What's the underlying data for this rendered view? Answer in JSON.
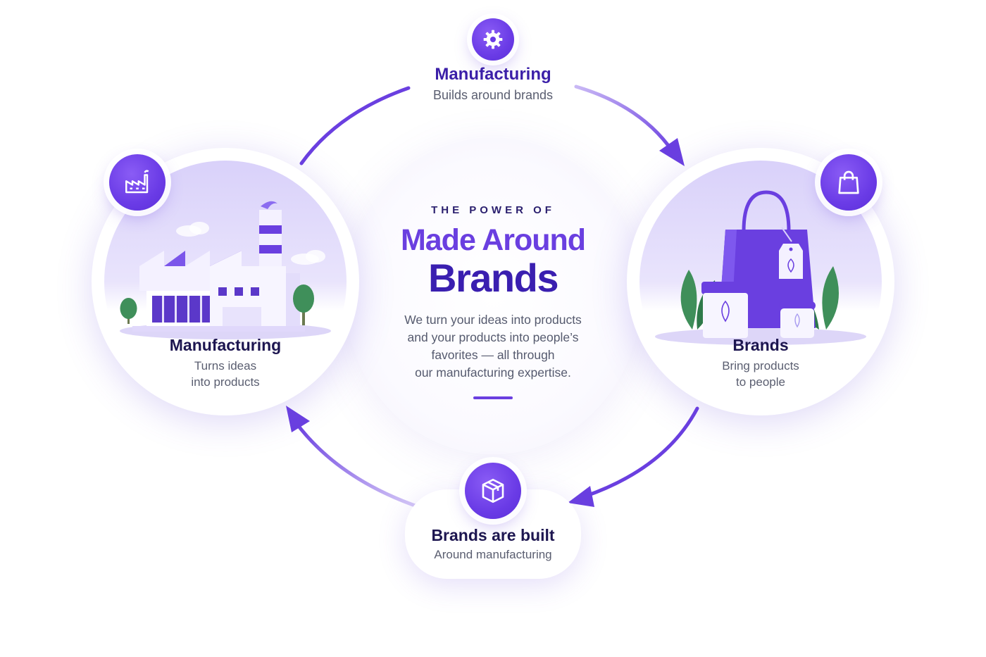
{
  "colors": {
    "accent": "#6a3fe0",
    "accent_dark": "#3a1fb0",
    "heading": "#1d1650",
    "body": "#5a5e70"
  },
  "top": {
    "icon": "gear-icon",
    "title": "Manufacturing",
    "subtitle": "Builds around brands"
  },
  "center": {
    "eyebrow": "THE POWER OF",
    "headline_line1": "Made Around",
    "headline_line2": "Brands",
    "body_lines": [
      "We turn your ideas into products",
      "and your products into people’s",
      "favorites — all through",
      "our manufacturing expertise."
    ]
  },
  "left_card": {
    "icon": "factory-icon",
    "title": "Manufacturing",
    "subtitle_lines": [
      "Turns ideas",
      "into products"
    ]
  },
  "right_card": {
    "icon": "shopping-bag-icon",
    "title": "Brands",
    "subtitle_lines": [
      "Bring products",
      "to people"
    ]
  },
  "bottom": {
    "icon": "box-icon",
    "title": "Brands are built",
    "subtitle": "Around manufacturing"
  }
}
